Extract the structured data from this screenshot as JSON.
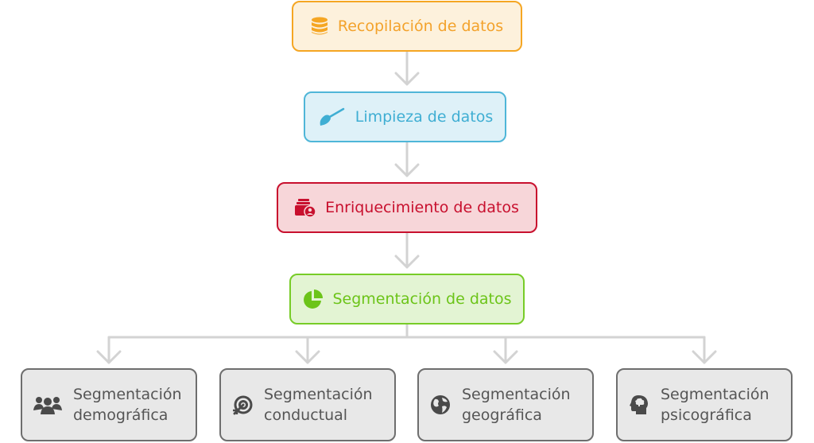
{
  "steps": [
    {
      "label": "Recopilación de datos",
      "icon": "database-icon",
      "border": "#f5a623",
      "bg": "#fdf1dc",
      "text": "#f3a22b"
    },
    {
      "label": "Limpieza de datos",
      "icon": "broom-icon",
      "border": "#4fb6d8",
      "bg": "#def1f8",
      "text": "#3faed3"
    },
    {
      "label": "Enriquecimiento de datos",
      "icon": "folder-user-icon",
      "border": "#c8102e",
      "bg": "#f7d6d9",
      "text": "#c8102e"
    },
    {
      "label": "Segmentación de datos",
      "icon": "pie-chart-icon",
      "border": "#77cc27",
      "bg": "#e3f4d3",
      "text": "#6cc419"
    }
  ],
  "segments": [
    {
      "line1": "Segmentación",
      "line2": "demográfica",
      "icon": "users-icon"
    },
    {
      "line1": "Segmentación",
      "line2": "conductual",
      "icon": "target-arrow-icon"
    },
    {
      "line1": "Segmentación",
      "line2": "geográfica",
      "icon": "globe-icon"
    },
    {
      "line1": "Segmentación",
      "line2": "psicográfica",
      "icon": "head-brain-icon"
    }
  ],
  "colors": {
    "connector": "#d3d3d3",
    "leaf_border": "#6e6e6e",
    "leaf_bg": "#e8e8e8",
    "leaf_text": "#555555",
    "leaf_icon": "#4a4a4a"
  }
}
